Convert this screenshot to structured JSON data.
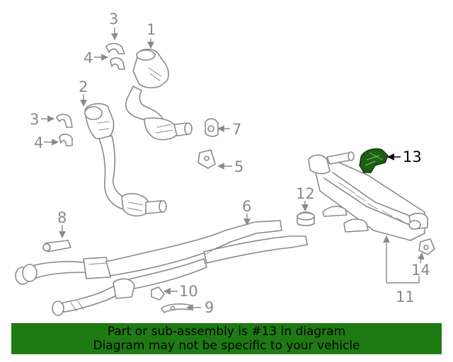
{
  "callouts": {
    "c1": "1",
    "c2": "2",
    "c3a": "3",
    "c3b": "3",
    "c4a": "4",
    "c4b": "4",
    "c5": "5",
    "c6": "6",
    "c7": "7",
    "c8": "8",
    "c9": "9",
    "c10": "10",
    "c11": "11",
    "c12": "12",
    "c13": "13",
    "c14": "14"
  },
  "highlight": {
    "part": "13",
    "color": "#1b5e14"
  },
  "banner": {
    "line1": "Part or sub-assembly is #13 in diagram",
    "line2": "Diagram may not be specific to your vehicle",
    "color": "#1e7a12"
  }
}
